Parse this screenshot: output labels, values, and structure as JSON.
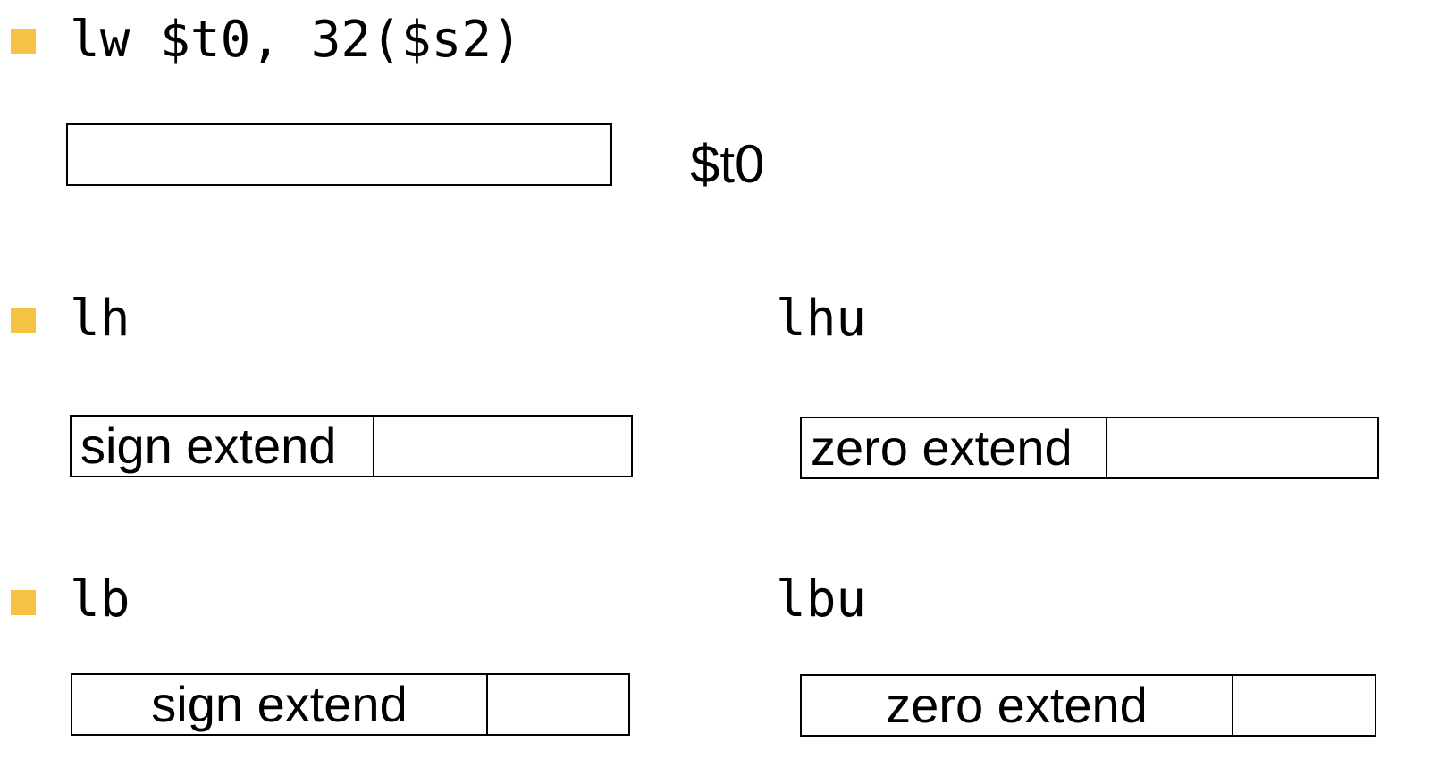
{
  "colors": {
    "bullet": "#f6c244",
    "stroke": "#000000",
    "background": "#ffffff"
  },
  "row_lw": {
    "instruction": "lw $t0, 32($s2)",
    "register_label": "$t0"
  },
  "row_half": {
    "signed_instruction": "lh",
    "unsigned_instruction": "lhu",
    "signed_extension": "sign extend",
    "unsigned_extension": "zero extend"
  },
  "row_byte": {
    "signed_instruction": "lb",
    "unsigned_instruction": "lbu",
    "signed_extension": "sign extend",
    "unsigned_extension": "zero extend"
  }
}
